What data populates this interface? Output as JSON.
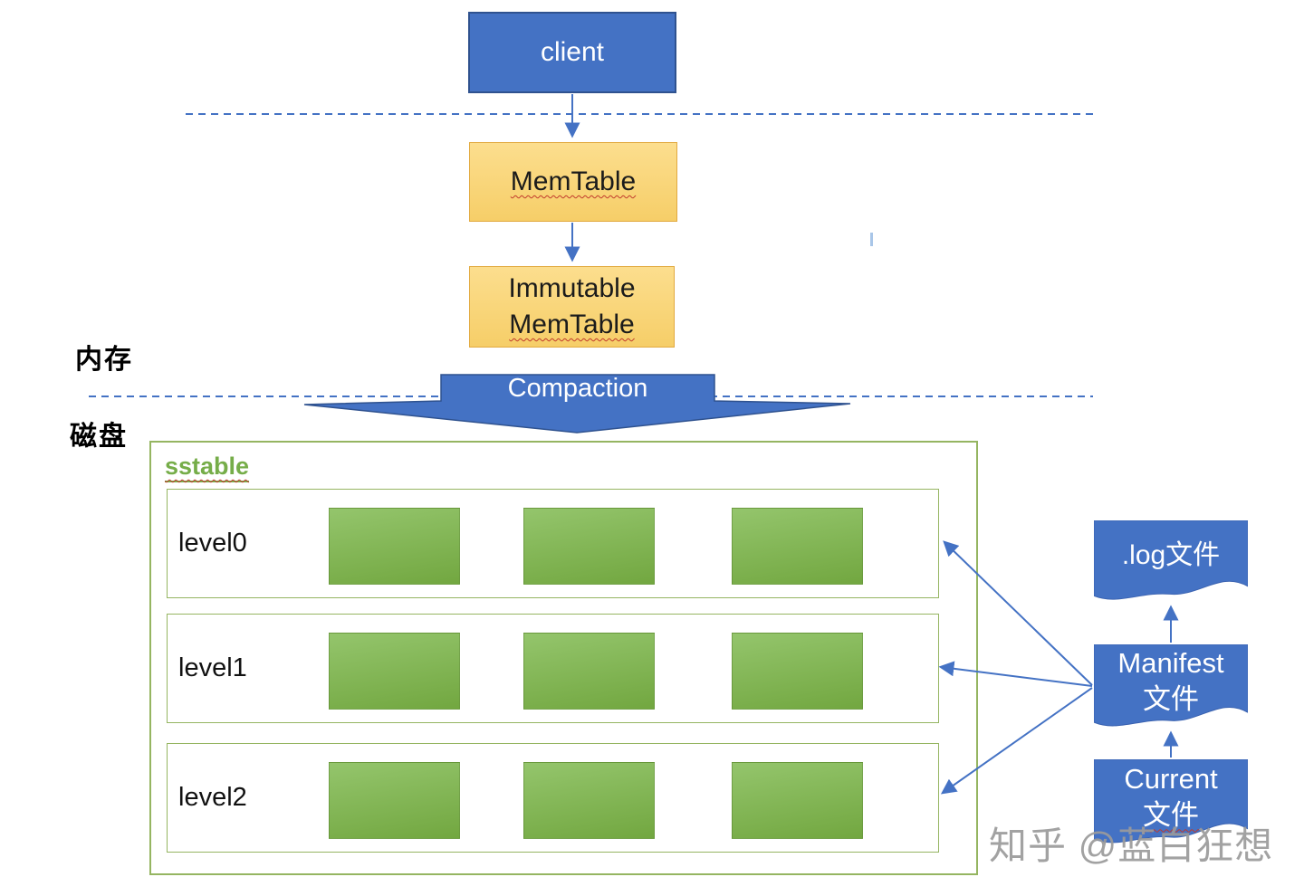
{
  "zones": {
    "memory_label": "内存",
    "disk_label": "磁盘"
  },
  "nodes": {
    "client": {
      "label": "client"
    },
    "memtable": {
      "label": "MemTable"
    },
    "immutable_memtable": {
      "line1": "Immutable",
      "line2": "MemTable"
    },
    "compaction": {
      "label": "Compaction"
    }
  },
  "sstable": {
    "title": "sstable",
    "levels": [
      {
        "label": "level0",
        "block_count": 3
      },
      {
        "label": "level1",
        "block_count": 3
      },
      {
        "label": "level2",
        "block_count": 3
      }
    ]
  },
  "files": {
    "log": {
      "label": ".log文件"
    },
    "manifest": {
      "line1": "Manifest",
      "line2": "文件"
    },
    "current": {
      "line1": "Current",
      "line2": "文件"
    }
  },
  "watermark": "知乎 @蓝白狂想",
  "colors": {
    "blue": "#4472C4",
    "blue_border": "#2F528F",
    "gold_fill_top": "#FCDE8E",
    "gold_fill_bottom": "#F6CE68",
    "gold_border": "#E2AA40",
    "green_border": "#95B561",
    "green_text": "#76AD49",
    "block_top": "#94C56C",
    "block_bottom": "#72A740",
    "squiggle_red": "#C0392B",
    "dash_blue": "#4472C4",
    "watermark_gray": "#9B9B9B"
  }
}
